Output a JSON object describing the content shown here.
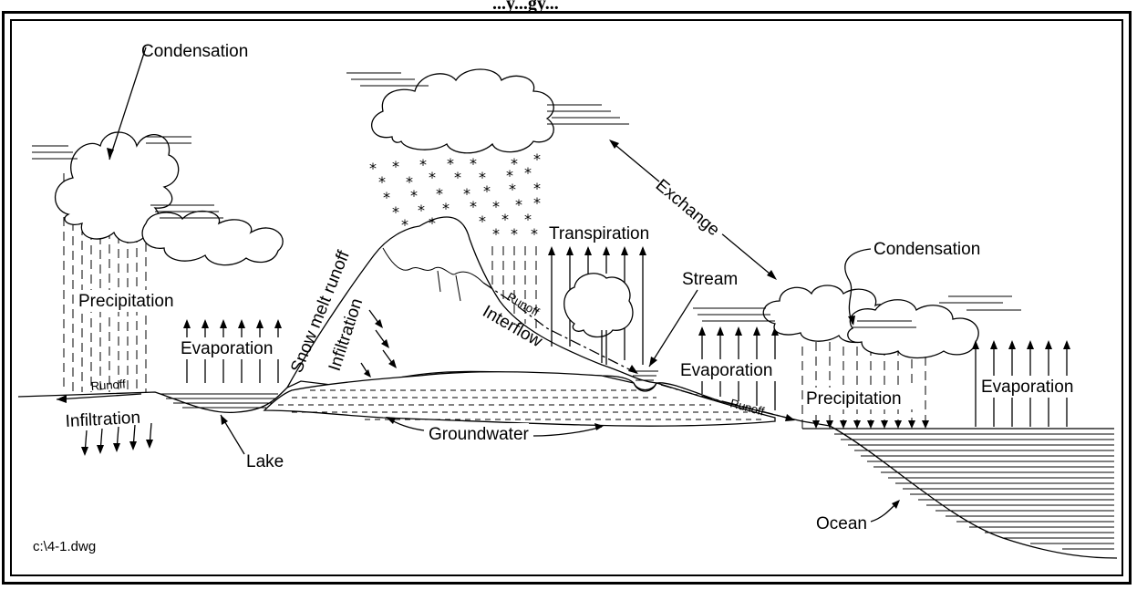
{
  "title_fragment": "...y...gy...",
  "labels": {
    "condensation_left": "Condensation",
    "precipitation_left": "Precipitation",
    "runoff_left": "Runoff",
    "infiltration_left": "Infiltration",
    "evaporation_lake": "Evaporation",
    "lake": "Lake",
    "snow_melt_runoff": "Snow melt runoff",
    "infiltration_mountain": "Infiltration",
    "runoff_mountain": "Runoff",
    "interflow": "Interflow",
    "transpiration": "Transpiration",
    "groundwater": "Groundwater",
    "stream": "Stream",
    "exchange": "Exchange",
    "condensation_right": "Condensation",
    "evaporation_middle": "Evaporation",
    "runoff_coast": "Runoff",
    "precipitation_right": "Precipitation",
    "evaporation_ocean": "Evaporation",
    "ocean": "Ocean",
    "file_name": "c:\\4-1.dwg"
  }
}
